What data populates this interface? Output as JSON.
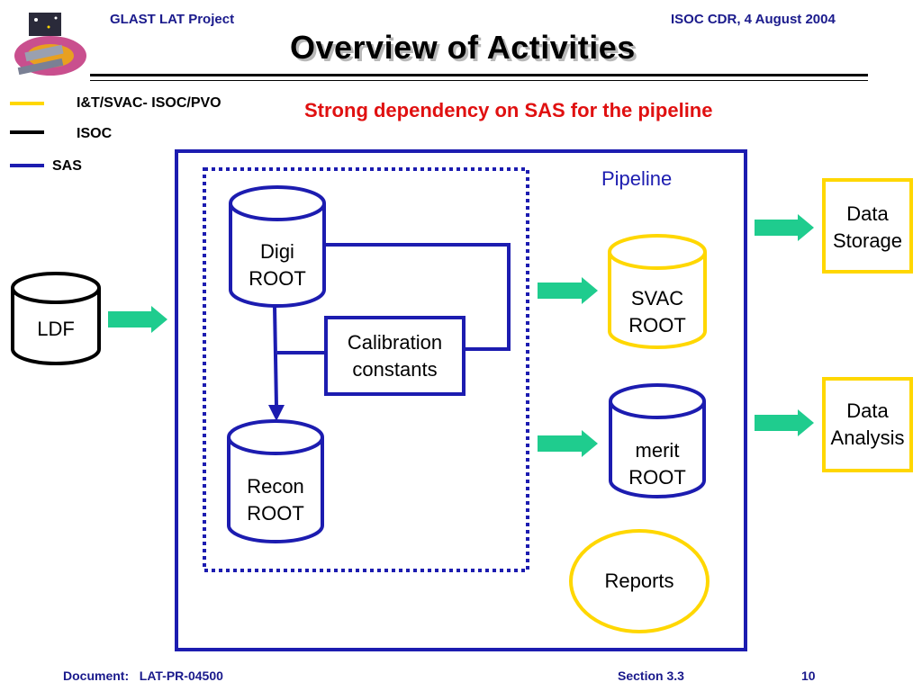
{
  "header": {
    "left": "GLAST LAT Project",
    "right": "ISOC CDR, 4 August 2004",
    "title": "Overview of Activities"
  },
  "legend": [
    {
      "label": "I&T/SVAC- ISOC/PVO",
      "color": "#ffd700"
    },
    {
      "label": "ISOC",
      "color": "#000000"
    },
    {
      "label": "SAS",
      "color": "#1c1cb0"
    }
  ],
  "note": "Strong dependency on SAS for the pipeline",
  "diagram": {
    "pipeline_label": "Pipeline",
    "ldf": "LDF",
    "digi": [
      "Digi",
      "ROOT"
    ],
    "recon": [
      "Recon",
      "ROOT"
    ],
    "calibration": [
      "Calibration",
      "constants"
    ],
    "svac": [
      "SVAC",
      "ROOT"
    ],
    "merit": [
      "merit",
      "ROOT"
    ],
    "reports": "Reports",
    "data_storage": [
      "Data",
      "Storage"
    ],
    "data_analysis": [
      "Data",
      "Analysis"
    ],
    "colors": {
      "sas": "#1c1cb0",
      "yellow": "#ffd700",
      "arrow": "#1fcc8e"
    }
  },
  "footer": {
    "document": "Document:   LAT-PR-04500",
    "section": "Section 3.3",
    "page": "10"
  }
}
